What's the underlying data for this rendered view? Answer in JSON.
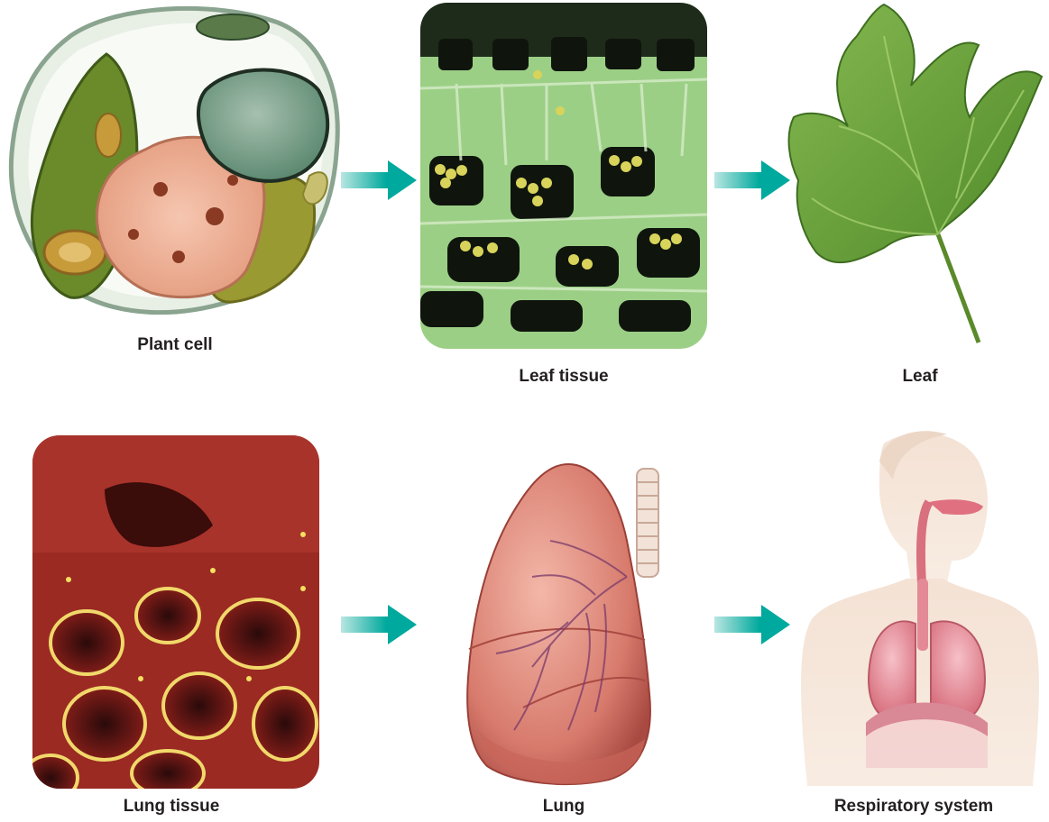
{
  "colors": {
    "arrow": "#00a99d",
    "label_text": "#231f20"
  },
  "row1": {
    "stages": [
      {
        "label": "Plant cell"
      },
      {
        "label": "Leaf tissue"
      },
      {
        "label": "Leaf"
      }
    ]
  },
  "row2": {
    "stages": [
      {
        "label": "Lung tissue"
      },
      {
        "label": "Lung"
      },
      {
        "label": "Respiratory system"
      }
    ]
  },
  "icons": [
    "arrow-right-icon"
  ]
}
